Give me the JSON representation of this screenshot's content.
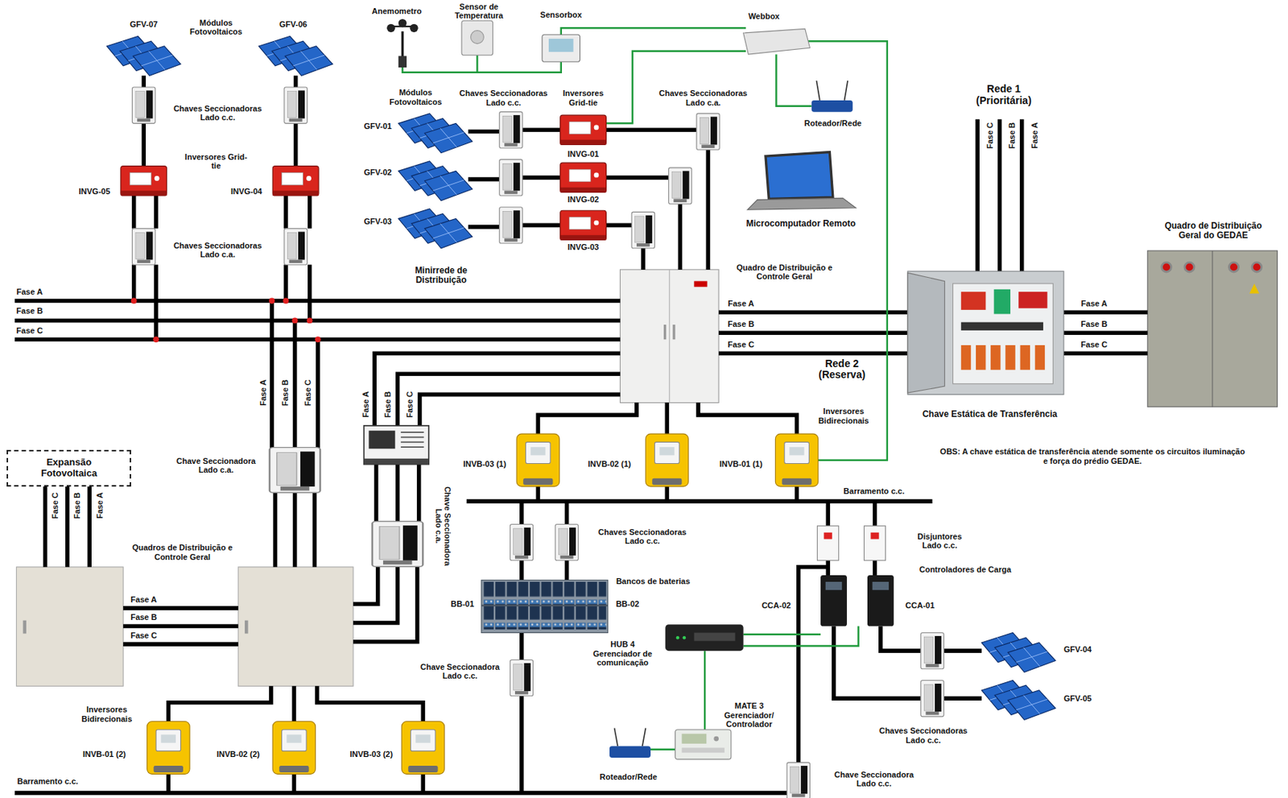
{
  "diagram": {
    "nodes": [
      {
        "text": [
          "Expansão Fotovoltaica"
        ]
      }
    ],
    "labels": [
      "GFV-07",
      "Módulos Fotovoltaicos",
      "GFV-06",
      "Chaves Seccionadoras Lado c.c.",
      "Inversores Grid-tie",
      "INVG-05",
      "INVG-04",
      "Chaves Seccionadoras Lado c.a.",
      "Fase A",
      "Fase B",
      "Fase C",
      "Fase A",
      "Fase B",
      "Fase C",
      "Anemometro",
      "Sensor de Temperatura",
      "Sensorbox",
      "Webbox",
      "Módulos Fotovoltaicos",
      "Chaves Seccionadoras Lado c.c.",
      "Inversores Grid-tie",
      "Chaves Seccionadoras Lado c.a.",
      "GFV-01",
      "GFV-02",
      "GFV-03",
      "INVG-01",
      "INVG-02",
      "INVG-03",
      "Roteador/Rede",
      "Microcomputador Remoto",
      "Minirrede de Distribuição",
      "Quadro de Distribuição e Controle Geral",
      "Rede 1 (Prioritária)",
      "Fase C",
      "Fase B",
      "Fase A",
      "Quadro de Distribuição Geral do GEDAE",
      "Fase A",
      "Fase B",
      "Fase C",
      "Rede 2 (Reserva)",
      "Fase A",
      "Fase B",
      "Fase C",
      "Chave Estática de Transferência",
      "Inversores Bidirecionais",
      "OBS: A chave estática de transferência atende somente os circuitos iluminação e força do prédio GEDAE.",
      "Fase A",
      "Fase B",
      "Fase C",
      "Chave Seccionadora Lado c.a.",
      "Chave Seccionadora Lado c.a.",
      "Fase C",
      "Fase B",
      "Fase A",
      "Quadros de Distribuição e Controle Geral",
      "Fase A",
      "Fase B",
      "Fase C",
      "INVB-03 (1)",
      "INVB-02 (1)",
      "INVB-01 (1)",
      "Barramento c.c.",
      "Chaves Seccionadoras Lado c.c.",
      "Disjuntores Lado c.c.",
      "Controladores de Carga",
      "Bancos de baterias",
      "BB-01",
      "BB-02",
      "CCA-02",
      "CCA-01",
      "HUB 4 Gerenciador de comunicação",
      "Chave Seccionadora Lado c.c.",
      "MATE 3 Gerenciador/ Controlador",
      "Inversores Bidirecionais",
      "INVB-01 (2)",
      "INVB-02 (2)",
      "INVB-03 (2)",
      "Chaves Seccionadoras Lado c.c.",
      "Roteador/Rede",
      "Chave Seccionadora Lado c.c.",
      "Barramento c.c.",
      "GFV-04",
      "GFV-05"
    ]
  }
}
